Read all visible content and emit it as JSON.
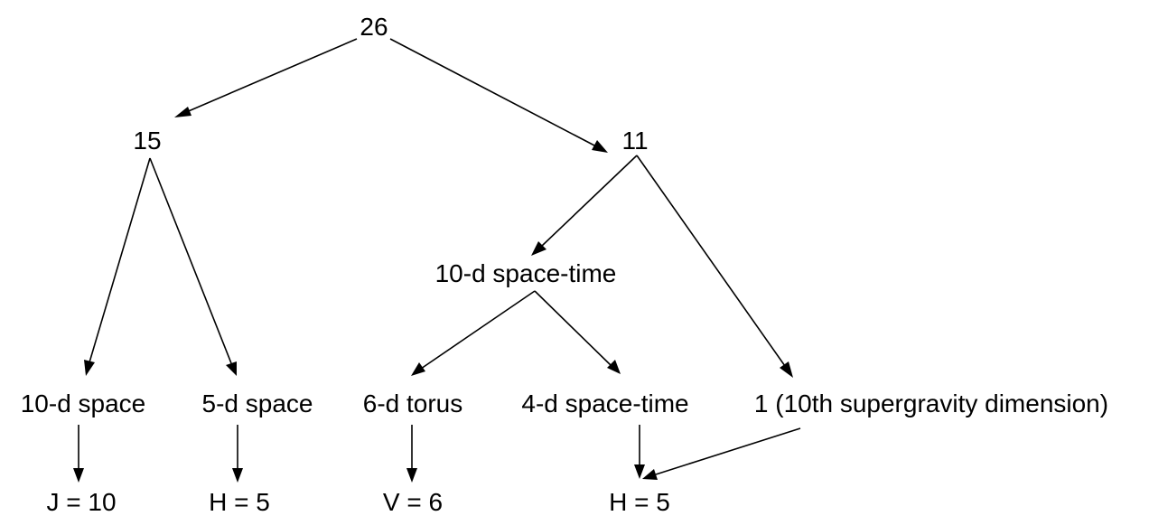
{
  "nodes": {
    "root": "26",
    "left": "15",
    "right": "11",
    "spacetime10": "10-d space-time",
    "space10": "10-d space",
    "space5": "5-d space",
    "torus6": "6-d torus",
    "spacetime4": "4-d space-time",
    "supergravity": "1 (10th supergravity dimension)",
    "j10": "J = 10",
    "h5_left": "H = 5",
    "v6": "V = 6",
    "h5_right": "H = 5"
  }
}
